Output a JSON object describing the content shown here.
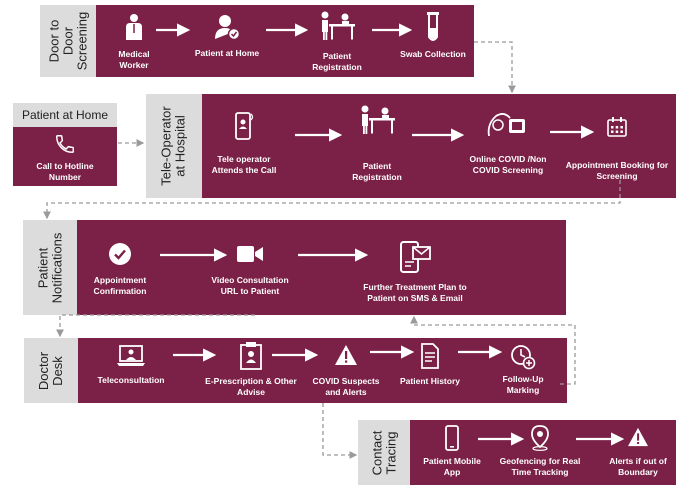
{
  "sections": {
    "door": {
      "label": "Door to\nDoor\nScreening",
      "steps": [
        "Medical\nWorker",
        "Patient at Home",
        "Patient\nRegistration",
        "Swab Collection"
      ]
    },
    "home": {
      "title": "Patient at Home",
      "caption": "Call to Hotline\nNumber"
    },
    "tele": {
      "label": "Tele-Operator\nat Hospital",
      "steps": [
        "Tele operator\nAttends the Call",
        "Patient\nRegistration",
        "Online COVID /Non\nCOVID Screening",
        "Appointment Booking for\nScreening"
      ]
    },
    "notif": {
      "label": "Patient\nNotifications",
      "steps": [
        "Appointment\nConfirmation",
        "Video Consultation\nURL to Patient",
        "Further Treatment Plan to\nPatient on SMS & Email"
      ]
    },
    "doctor": {
      "label": "Doctor\nDesk",
      "steps": [
        "Teleconsultation",
        "E-Prescription & Other\nAdvise",
        "COVID Suspects\nand Alerts",
        "Patient History",
        "Follow-Up\nMarking"
      ]
    },
    "contact": {
      "label": "Contact\nTracing",
      "steps": [
        "Patient Mobile\nApp",
        "Geofencing for Real\nTime Tracking",
        "Alerts if out of\nBoundary"
      ]
    }
  },
  "colors": {
    "band": "#7b2046",
    "label_bg": "#dcdcdc",
    "connector": "#9a9a9a"
  },
  "icons": [
    "doctor-icon",
    "user-check-icon",
    "registration-icon",
    "test-tube-icon",
    "phone-icon",
    "mobile-user-icon",
    "virus-screening-icon",
    "calendar-icon",
    "check-circle-icon",
    "video-icon",
    "mobile-message-icon",
    "laptop-doctor-icon",
    "prescription-icon",
    "warning-icon",
    "document-icon",
    "clock-plus-icon",
    "location-pin-icon"
  ]
}
